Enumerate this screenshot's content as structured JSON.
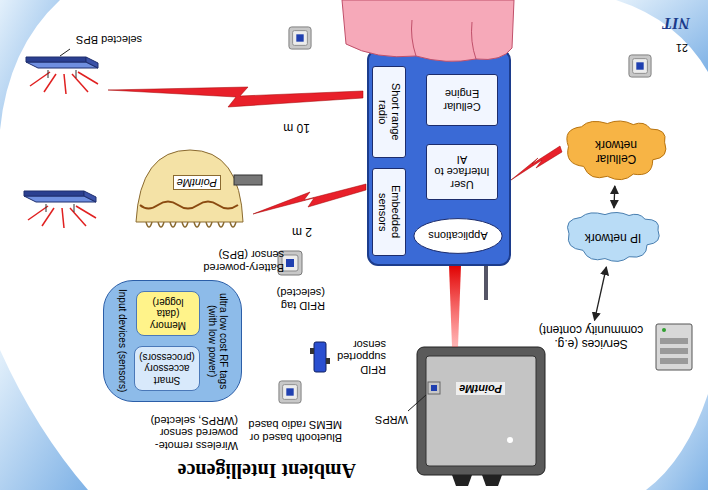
{
  "diagram": {
    "title": "Ambient Intelligence",
    "nodes": [
      {
        "text": [
          "Services (e.g. community content)"
        ]
      },
      {
        "text": [
          "IP network"
        ]
      },
      {
        "text": [
          "Cellular network"
        ]
      },
      {
        "text": [
          "Applications"
        ]
      },
      {
        "text": [
          "Embedded sensors"
        ]
      },
      {
        "text": [
          "User Interface to AI"
        ]
      },
      {
        "text": [
          "Short range radio"
        ]
      },
      {
        "text": [
          "Cellular Engine"
        ]
      },
      {
        "text": [
          "ultra low cost RF tags (with low power)",
          "Input devices (sensors)"
        ]
      },
      {
        "text": [
          "Smart accessory (processors)"
        ],
        "in": 8
      },
      {
        "text": [
          "Memory (data logger)"
        ],
        "in": 8
      },
      {
        "text": [
          "PointMe"
        ]
      }
    ],
    "edges": [
      {
        "from": 0,
        "to": 1,
        "arrow": "both"
      },
      {
        "from": 1,
        "to": 2,
        "arrow": "both"
      }
    ],
    "labels": [
      "NIT",
      "21",
      "Wireless remote- powered sensor (WRPS, selected)",
      "Bluetooth based or MEMS radio based",
      "Battery-powered sensor (BPS)",
      "selected BPS",
      "10 m",
      "2 m",
      "RFID tag (selected)",
      "RFID supported sensor",
      "WRPS",
      "PointMe"
    ]
  }
}
